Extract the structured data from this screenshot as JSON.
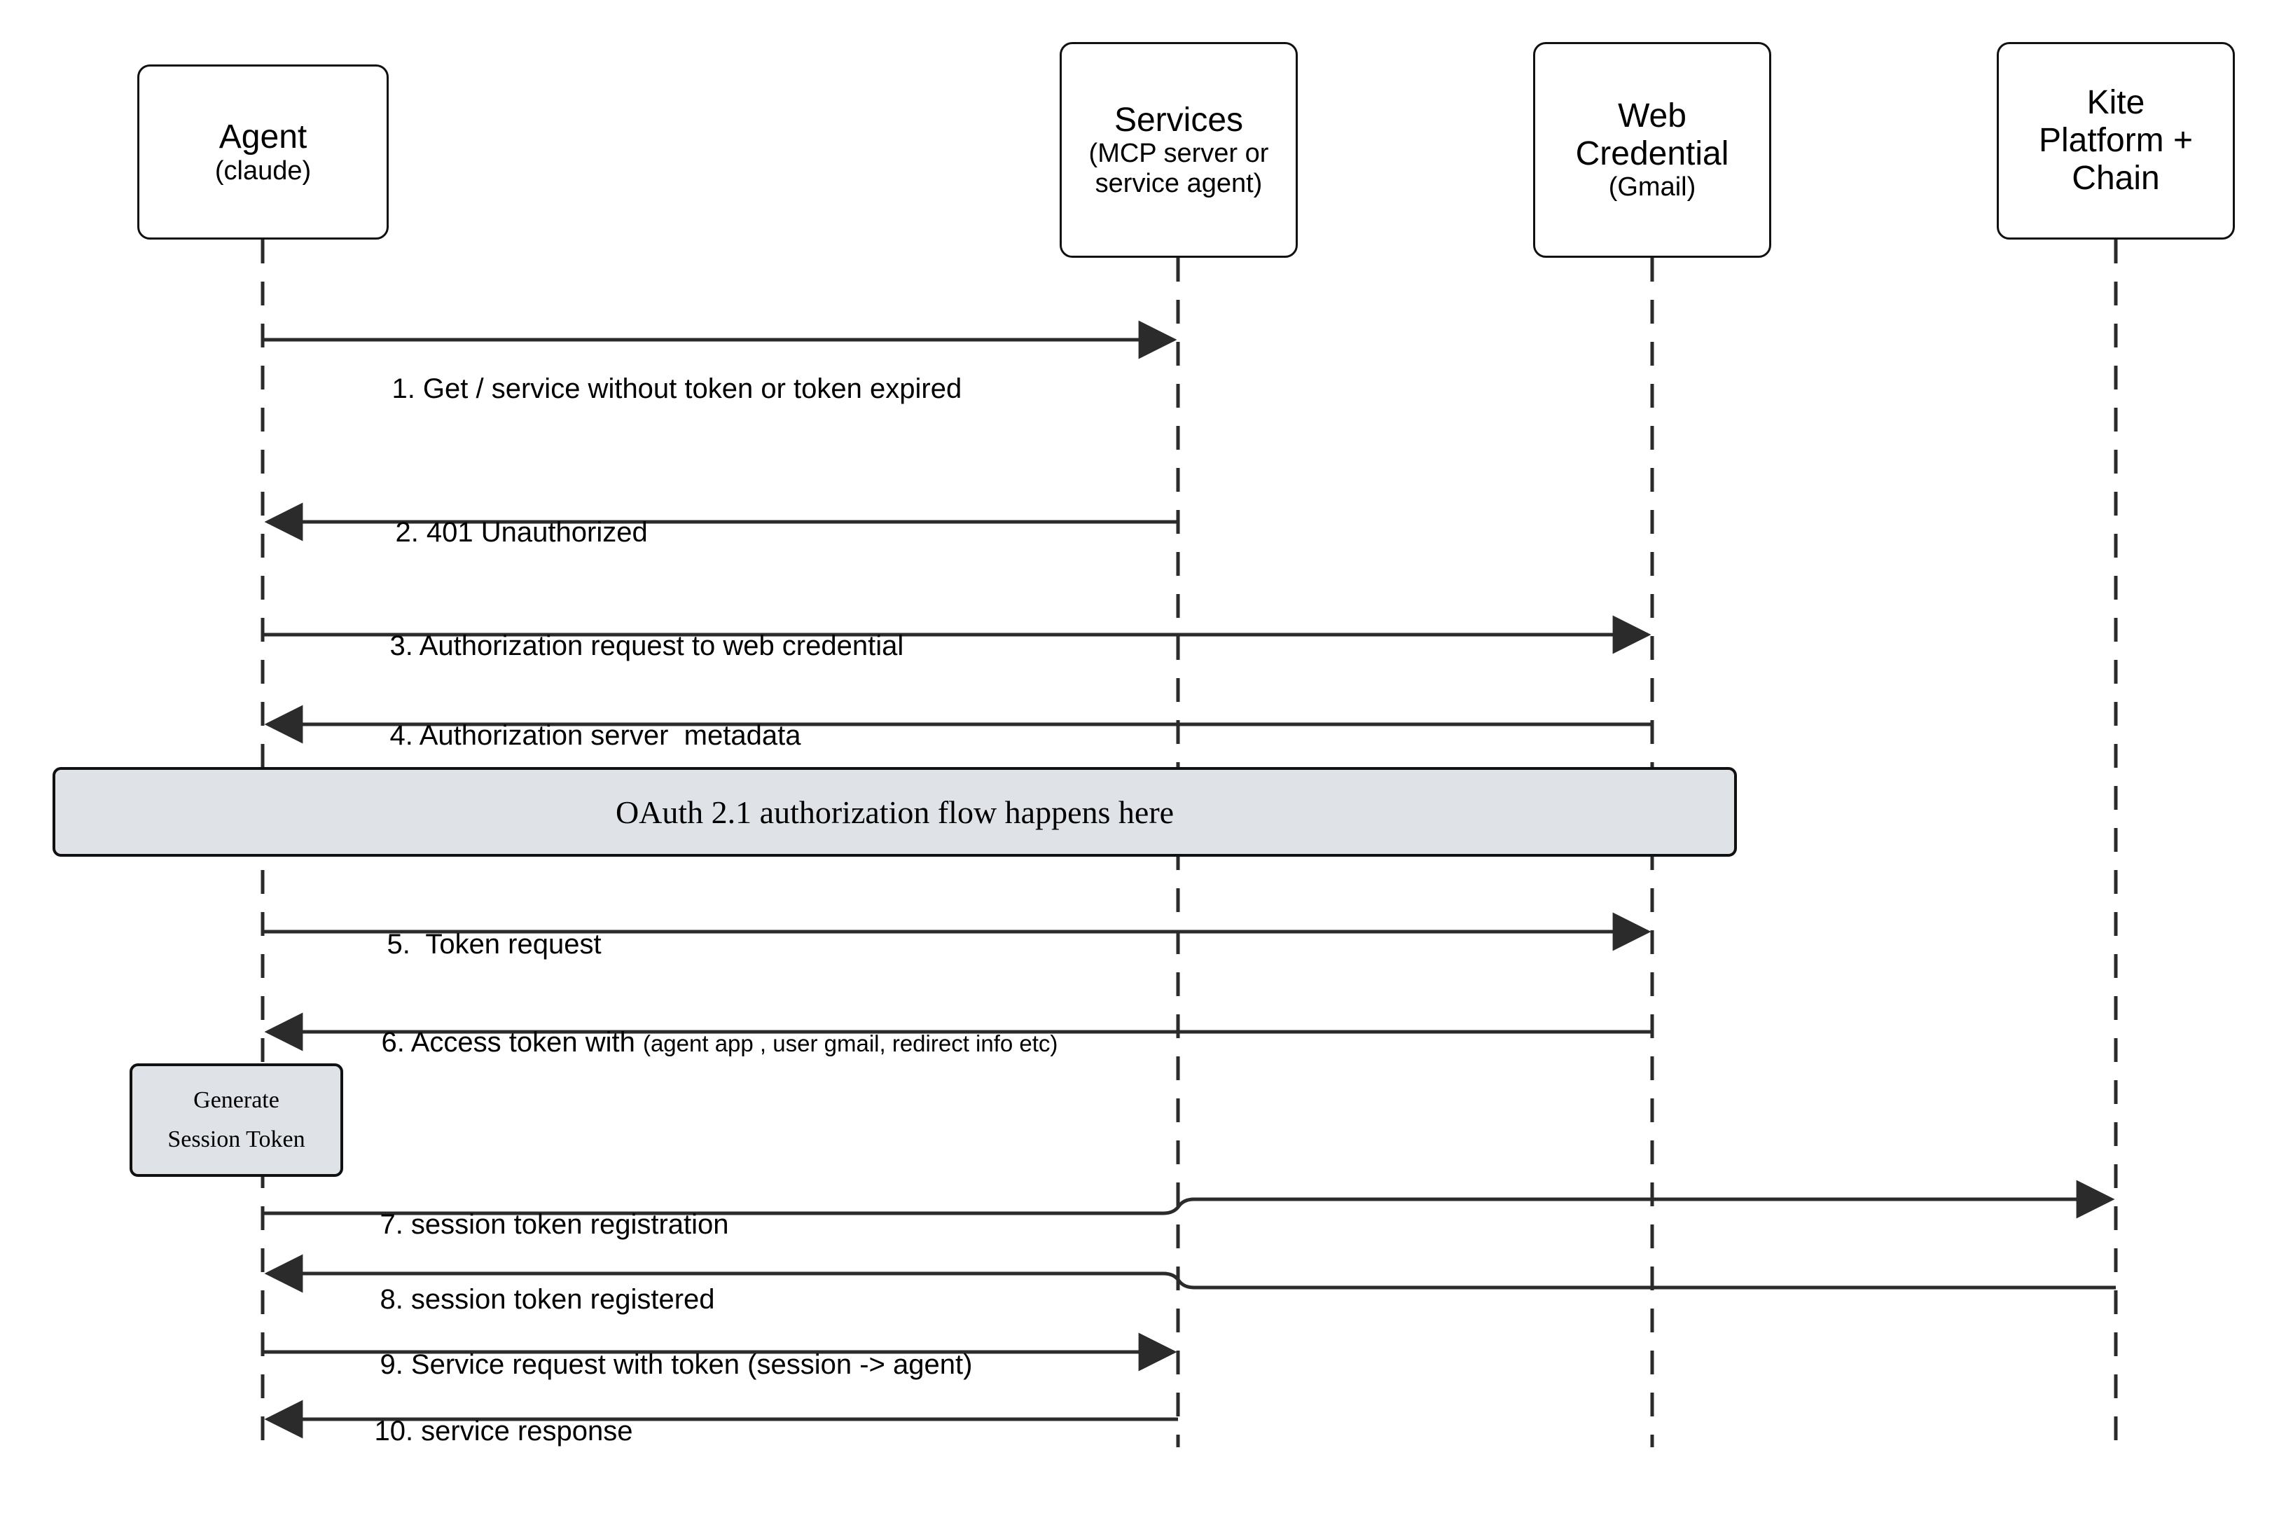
{
  "diagram": {
    "type": "sequence-diagram",
    "title": "Agent OAuth / session token sequence",
    "background_color": "#ffffff",
    "line_color": "#2b2b2b",
    "note_fill_color": "#dfe3e8",
    "note_border_color": "#111111"
  },
  "participants": [
    {
      "id": "agent",
      "name": "Agent",
      "subtitle": "(claude)"
    },
    {
      "id": "services",
      "name": "Services",
      "subtitle": "(MCP server or\nservice agent)"
    },
    {
      "id": "webcred",
      "name": "Web\nCredential",
      "subtitle": "(Gmail)"
    },
    {
      "id": "kite",
      "name": "Kite\nPlatform +\nChain",
      "subtitle": ""
    }
  ],
  "messages": [
    {
      "num": "1.",
      "label": "1. Get / service without token or token expired",
      "from": "agent",
      "to": "services",
      "direction": "right"
    },
    {
      "num": "2.",
      "label": "2. 401 Unauthorized",
      "from": "services",
      "to": "agent",
      "direction": "left"
    },
    {
      "num": "3.",
      "label": "3. Authorization request to web credential",
      "from": "agent",
      "to": "webcred",
      "direction": "right"
    },
    {
      "num": "4.",
      "label": "4. Authorization server  metadata",
      "from": "webcred",
      "to": "agent",
      "direction": "left"
    },
    {
      "num": "5.",
      "label": "5.  Token request",
      "from": "agent",
      "to": "webcred",
      "direction": "right"
    },
    {
      "num": "6.",
      "label": "6. Access token with ",
      "label_small": "(agent app , user gmail, redirect info etc)",
      "from": "webcred",
      "to": "agent",
      "direction": "left"
    },
    {
      "num": "7.",
      "label": "7. session token registration",
      "from": "agent",
      "to": "kite",
      "direction": "right"
    },
    {
      "num": "8.",
      "label": "8. session token registered",
      "from": "kite",
      "to": "agent",
      "direction": "left"
    },
    {
      "num": "9.",
      "label": "9. Service request with token (session -> agent)",
      "from": "agent",
      "to": "services",
      "direction": "right"
    },
    {
      "num": "10.",
      "label": "10. service response",
      "from": "services",
      "to": "agent",
      "direction": "left"
    }
  ],
  "notes": [
    {
      "id": "oauth-note",
      "text": "OAuth 2.1 authorization flow happens here",
      "kind": "span"
    },
    {
      "id": "generate-note",
      "line1": "Generate",
      "line2": "Session Token",
      "kind": "lifeline"
    }
  ]
}
